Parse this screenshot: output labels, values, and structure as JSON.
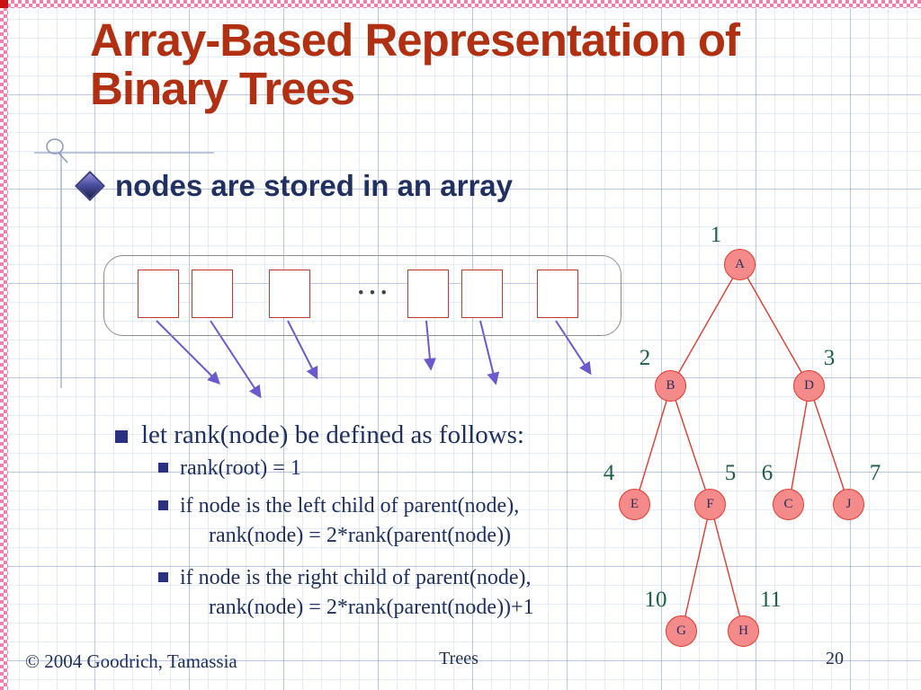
{
  "slide": {
    "title": "Array-Based Representation of Binary Trees",
    "intro_bullet": "nodes are stored in an array",
    "array": {
      "ellipsis": "…"
    },
    "rank_section": {
      "heading": "let rank(node) be defined as follows:",
      "rules": [
        {
          "line1": "rank(root) = 1"
        },
        {
          "line1": "if node is the left child of parent(node),",
          "line2": "rank(node) = 2*rank(parent(node))"
        },
        {
          "line1": "if node is the right child of parent(node),",
          "line2": "rank(node) = 2*rank(parent(node))+1"
        }
      ]
    },
    "footer": {
      "copyright": "© 2004 Goodrich, Tamassia",
      "center": "Trees",
      "page_number": "20"
    }
  },
  "tree": {
    "nodes": [
      {
        "label": "A",
        "rank": "1"
      },
      {
        "label": "B",
        "rank": "2"
      },
      {
        "label": "D",
        "rank": "3"
      },
      {
        "label": "E",
        "rank": "4"
      },
      {
        "label": "F",
        "rank": "5"
      },
      {
        "label": "C",
        "rank": "6"
      },
      {
        "label": "J",
        "rank": "7"
      },
      {
        "label": "G",
        "rank": "10"
      },
      {
        "label": "H",
        "rank": "11"
      }
    ]
  },
  "icons": {
    "intro_bullet": "diamond",
    "rule_bullet": "square"
  },
  "colors": {
    "title": "#b23012",
    "body_text": "#1f3060",
    "rank_number": "#1b5e45",
    "node_fill": "#f58a8a",
    "node_border": "#e23b2e",
    "arrow": "#6a5acd",
    "array_cell_border": "#c0392b",
    "border_pink": "#ef7fae"
  }
}
